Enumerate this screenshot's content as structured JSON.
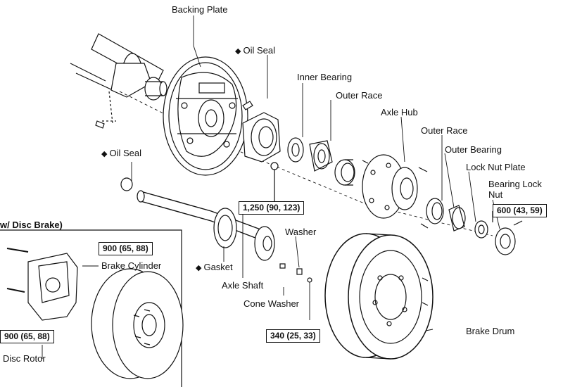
{
  "labels": {
    "backing_plate": "Backing Plate",
    "oil_seal_top": "Oil Seal",
    "inner_bearing": "Inner Bearing",
    "outer_race_1": "Outer Race",
    "axle_hub": "Axle Hub",
    "outer_race_2": "Outer Race",
    "outer_bearing": "Outer Bearing",
    "lock_nut_plate": "Lock Nut Plate",
    "bearing_lock_nut_line1": "Bearing Lock",
    "bearing_lock_nut_line2": "Nut",
    "oil_seal_left": "Oil Seal",
    "section_disc_brake": "w/ Disc Brake)",
    "brake_cylinder": "Brake Cylinder",
    "gasket": "Gasket",
    "axle_shaft": "Axle Shaft",
    "washer": "Washer",
    "cone_washer": "Cone Washer",
    "brake_drum": "Brake Drum",
    "disc_rotor": "Disc Rotor"
  },
  "torques": {
    "hub_nut": "1,250 (90, 123)",
    "lock_nut": "600 (43, 59)",
    "caliper_top": "900 (65, 88)",
    "caliper_bottom": "900 (65, 88)",
    "drum_nut": "340 (25, 33)"
  },
  "symbols": {
    "replace_mark": "◆"
  }
}
